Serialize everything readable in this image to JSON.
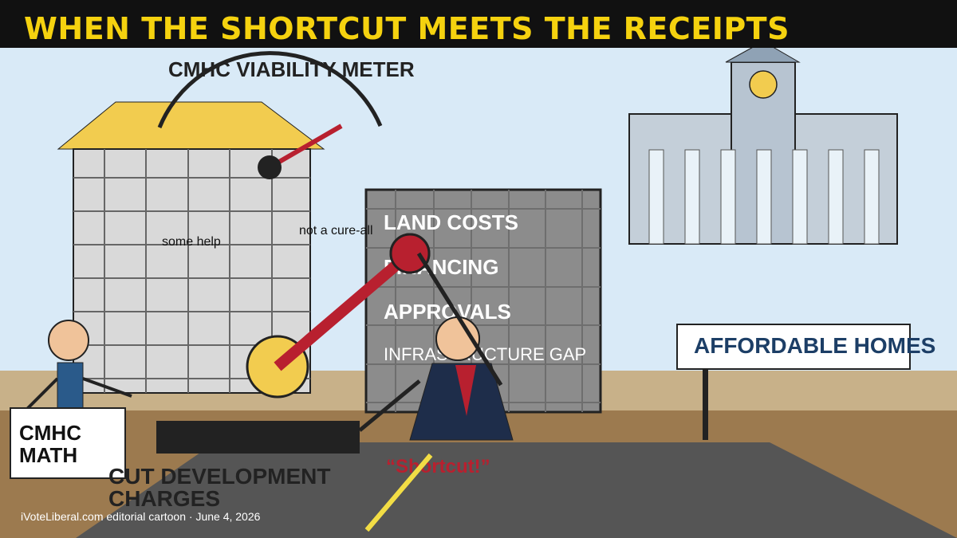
{
  "title": "WHEN THE SHORTCUT MEETS THE RECEIPTS",
  "meter_label": "CMHC VIABILITY METER",
  "board_lines": [
    "LAND COSTS",
    "FINANCING",
    "APPROVALS"
  ],
  "board_infra": "INFRASTRUCTURE GAP",
  "note_some_help": "some help",
  "note_not_cure": "not a cure-all",
  "cmhc_math": "CMHC\nMATH",
  "affordable_sign": "AFFORDABLE HOMES",
  "cut_label": "CUT DEVELOPMENT\nCHARGES",
  "shortcut_quote": "“Shortcut!”",
  "footer": "iVoteLiberal.com editorial cartoon · June 4, 2026",
  "colors": {
    "title_yellow": "#f5d20f",
    "sky": "#d9eaf7",
    "ground": "#c8b189",
    "dirt": "#9c7a4f",
    "road": "#555555",
    "roof": "#f2cc4f",
    "accent_red": "#b8202f",
    "navy_suit": "#1e2d4a",
    "sign_text": "#1c3e66"
  }
}
